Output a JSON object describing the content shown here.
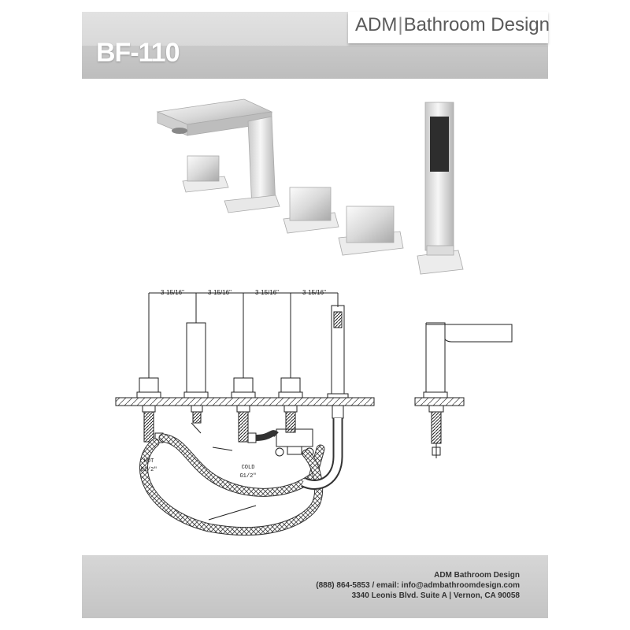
{
  "header": {
    "brand_left": "ADM",
    "brand_sep": "|",
    "brand_right": "Bathroom Design",
    "model": "BF-110"
  },
  "drawing": {
    "dimensions": [
      "3-15/16\"",
      "3-15/16\"",
      "3-15/16\"",
      "3-15/16\""
    ],
    "hot_label": "HOT",
    "hot_thread": "G1/2\"",
    "cold_label": "COLD",
    "cold_thread": "G1/2\""
  },
  "footer": {
    "company": "ADM Bathroom Design",
    "contact": "(888) 864-5853 / email: info@admbathroomdesign.com",
    "address": "3340 Leonis Blvd. Suite A | Vernon, CA 90058"
  }
}
